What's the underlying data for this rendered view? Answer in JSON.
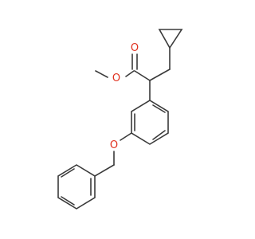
{
  "atoms": [
    {
      "id": "O_carbonyl",
      "label": "O",
      "color": "#e0301e"
    },
    {
      "id": "O_ester",
      "label": "O",
      "color": "#e0301e"
    },
    {
      "id": "O_ether",
      "label": "O",
      "color": "#e0301e"
    }
  ],
  "bond_color": "#3a3a3a"
}
